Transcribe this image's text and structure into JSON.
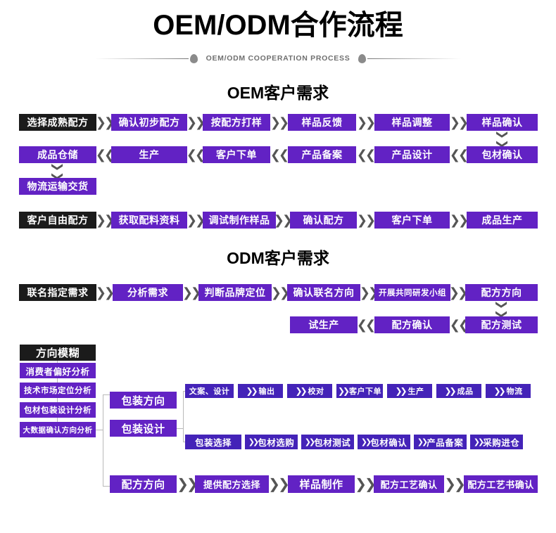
{
  "header": {
    "title": "OEM/ODM合作流程",
    "subtitle": "OEM/ODM COOPERATION PROCESS"
  },
  "colors": {
    "purple": "#6222c4",
    "deep_purple": "#4423b8",
    "black": "#1b1b1b",
    "line": "#b9b9b9",
    "chevron": "#555555",
    "text": "#ffffff"
  },
  "sections": {
    "oem": {
      "title": "OEM客户需求",
      "row1": [
        {
          "label": "选择成熟配方",
          "style": "dark"
        },
        {
          "label": "确认初步配方",
          "style": "purple"
        },
        {
          "label": "按配方打样",
          "style": "purple"
        },
        {
          "label": "样品反馈",
          "style": "purple"
        },
        {
          "label": "样品调整",
          "style": "purple"
        },
        {
          "label": "样品确认",
          "style": "purple"
        }
      ],
      "row2": [
        {
          "label": "成品仓储",
          "style": "purple"
        },
        {
          "label": "生产",
          "style": "purple"
        },
        {
          "label": "客户下单",
          "style": "purple"
        },
        {
          "label": "产品备案",
          "style": "purple"
        },
        {
          "label": "产品设计",
          "style": "purple"
        },
        {
          "label": "包材确认",
          "style": "purple"
        }
      ],
      "row3": [
        {
          "label": "物流运输交货",
          "style": "purple"
        }
      ],
      "row4": [
        {
          "label": "客户自由配方",
          "style": "dark"
        },
        {
          "label": "获取配料资料",
          "style": "purple"
        },
        {
          "label": "调试制作样品",
          "style": "purple"
        },
        {
          "label": "确认配方",
          "style": "purple"
        },
        {
          "label": "客户下单",
          "style": "purple"
        },
        {
          "label": "成品生产",
          "style": "purple"
        }
      ]
    },
    "odm": {
      "title": "ODM客户需求",
      "row1": [
        {
          "label": "联名指定需求",
          "style": "dark"
        },
        {
          "label": "分析需求",
          "style": "purple"
        },
        {
          "label": "判断品牌定位",
          "style": "purple"
        },
        {
          "label": "确认联名方向",
          "style": "purple"
        },
        {
          "label": "开展共同研发小组",
          "style": "purple"
        },
        {
          "label": "配方方向",
          "style": "purple"
        }
      ],
      "row2": [
        {
          "label": "试生产",
          "style": "purple"
        },
        {
          "label": "配方确认",
          "style": "purple"
        },
        {
          "label": "配方测试",
          "style": "purple"
        }
      ]
    },
    "vague": {
      "head": {
        "label": "方向模糊",
        "style": "dark"
      },
      "steps": [
        {
          "label": "消费者偏好分析"
        },
        {
          "label": "技术市场定位分析"
        },
        {
          "label": "包材包装设计分析"
        },
        {
          "label": "大数据确认方向分析"
        }
      ],
      "branch_package": [
        {
          "label": "包装方向"
        },
        {
          "label": "包装设计"
        }
      ],
      "package_row_top": [
        {
          "label": "文案、设计",
          "chev": false
        },
        {
          "label": "输出",
          "chev": true
        },
        {
          "label": "校对",
          "chev": true
        },
        {
          "label": "客户下单",
          "chev": true
        },
        {
          "label": "生产",
          "chev": true
        },
        {
          "label": "成品",
          "chev": true
        },
        {
          "label": "物流",
          "chev": true
        }
      ],
      "package_row_bottom": [
        {
          "label": "包装选择",
          "chev": false
        },
        {
          "label": "包材选购",
          "chev": true
        },
        {
          "label": "包材测试",
          "chev": true
        },
        {
          "label": "包材确认",
          "chev": true
        },
        {
          "label": "产品备案",
          "chev": true
        },
        {
          "label": "采购进仓",
          "chev": true
        }
      ],
      "formula_row": [
        {
          "label": "配方方向"
        },
        {
          "label": "提供配方选择"
        },
        {
          "label": "样品制作"
        },
        {
          "label": "配方工艺确认"
        },
        {
          "label": "配方工艺书确认"
        }
      ]
    }
  },
  "icons": {
    "chevron_right_double": "》",
    "chevron_left_double": "《",
    "chevron_down_double": "⌄⌄"
  }
}
